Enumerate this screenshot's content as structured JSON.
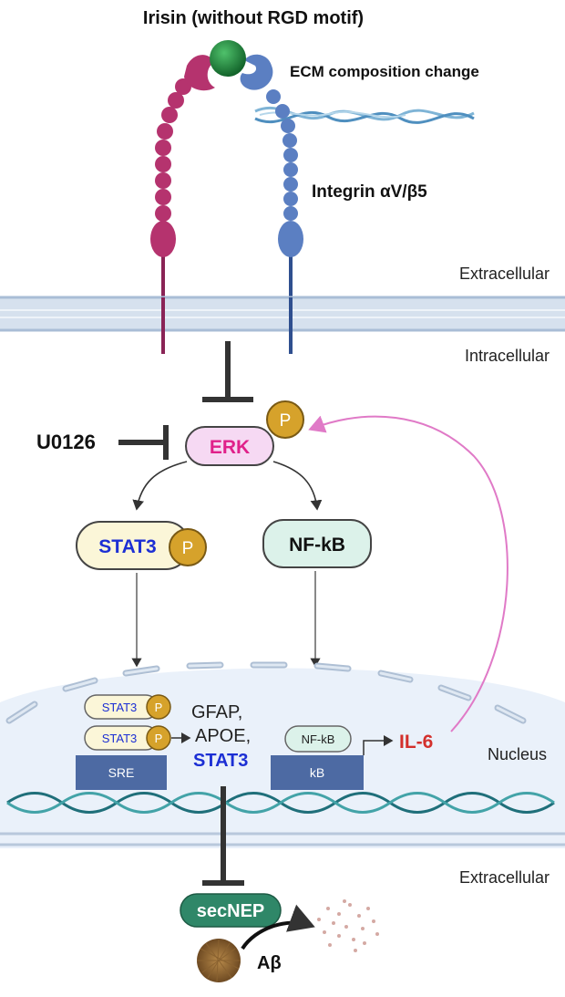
{
  "texts": {
    "irisin_title": "Irisin (without RGD motif)",
    "ecm": "ECM composition change",
    "integrin": "Integrin αV/β5",
    "extracellular_top": "Extracellular",
    "intracellular": "Intracellular",
    "u0126": "U0126",
    "p": "P",
    "erk": "ERK",
    "stat3": "STAT3",
    "nfkb": "NF-kB",
    "stat3_small": "STAT3",
    "genes_line1": "GFAP,",
    "genes_line2": "APOE,",
    "genes_line3": "STAT3",
    "nfkb_small": "NF-kB",
    "il6": "IL-6",
    "sre": "SRE",
    "kb": "kB",
    "nucleus": "Nucleus",
    "extracellular_bottom": "Extracellular",
    "secnep": "secNEP",
    "abeta": "Aβ"
  },
  "colors": {
    "integrin_alpha": "#b5336e",
    "integrin_beta": "#5b7fc2",
    "irisin": "#1f8a3a",
    "erk_text": "#e0218a",
    "erk_fill": "#f6d9f3",
    "stat3_text": "#1c2fd4",
    "stat3_fill": "#fbf6d8",
    "nfkb_fill": "#dcf2ea",
    "phospho": "#d6a22b",
    "il6": "#d3302c",
    "dna_box": "#4d6aa3",
    "secnep": "#2f8768",
    "feedback_arrow": "#e07ac7",
    "membrane": "#c9d7e8"
  }
}
